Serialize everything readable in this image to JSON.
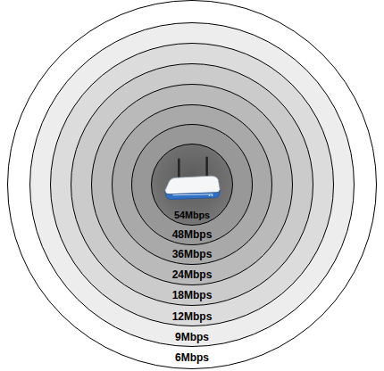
{
  "diagram": {
    "nodes": [
      {
        "text": [
          "6Mbps"
        ]
      },
      {
        "text": [
          "9Mbps"
        ],
        "in": 0
      },
      {
        "text": [
          "12Mbps"
        ],
        "in": 1
      },
      {
        "text": [
          "18Mbps"
        ],
        "in": 2
      },
      {
        "text": [
          "24Mbps"
        ],
        "in": 3
      },
      {
        "text": [
          "36Mbps"
        ],
        "in": 4
      },
      {
        "text": [
          "48Mbps"
        ],
        "in": 5
      },
      {
        "text": [
          "54Mbps"
        ],
        "in": 6
      }
    ]
  }
}
